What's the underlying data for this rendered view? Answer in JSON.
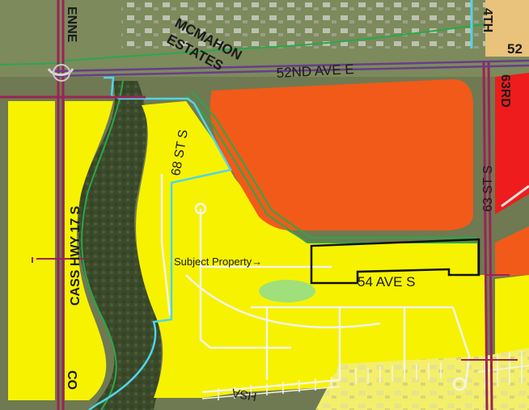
{
  "map": {
    "callout": "Subject Property→",
    "colors": {
      "imagery_dark": "#4f5a3a",
      "imagery_mid": "#7d8660",
      "woodland": "#3b4a2b",
      "residential_yellow": "#f7f200",
      "commercial_orange": "#f25a1a",
      "commercial_red": "#ee1c1c",
      "park_green": "#9fe07a",
      "road_maroon": "#9b2357",
      "road_purple": "#6a3c8c",
      "trail_green": "#2aa84a",
      "trail_cyan": "#4fd6e8",
      "parcel_outline": "#111111"
    },
    "labels": {
      "mcmahon_1": "MCMAHON",
      "mcmahon_2": "ESTATES",
      "ave_52": "52ND AVE E",
      "ave_52_cut": "52",
      "st_4th": "4TH",
      "rd_63": "63RD",
      "st_63": "63 ST S",
      "st_68": "68 ST S",
      "hwy_17": "CASS HWY 17 S",
      "enne": "ENNE",
      "co": "CO",
      "ave_54": "54 AVE S",
      "hsa": "HSA"
    }
  }
}
